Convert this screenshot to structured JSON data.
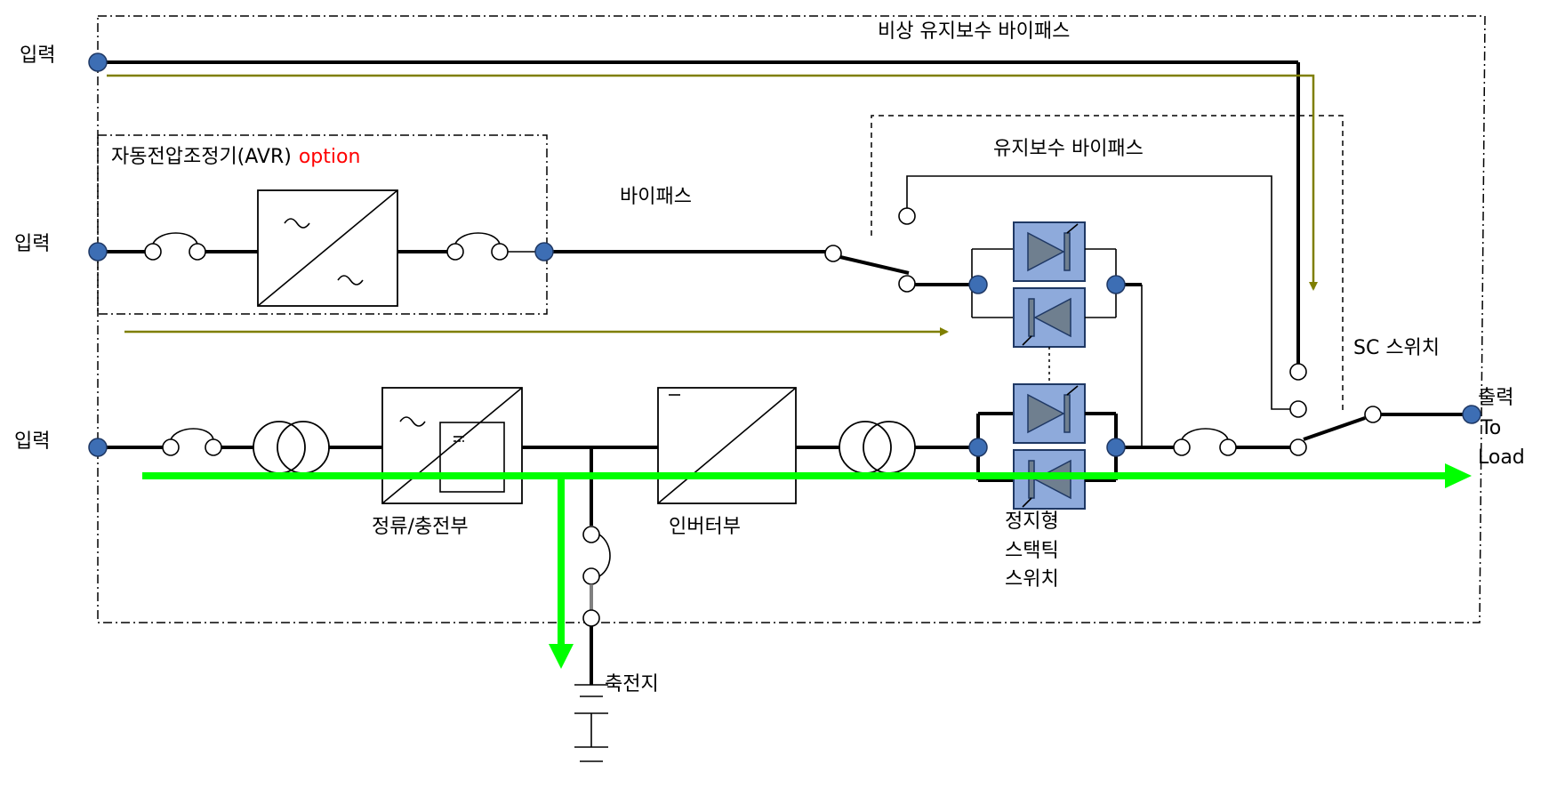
{
  "labels": {
    "input_top": "입력",
    "input_mid": "입력",
    "input_bot": "입력",
    "emergency_bypass": "비상 유지보수 바이패스",
    "maintenance_bypass": "유지보수 바이패스",
    "avr": "자동전압조정기(AVR)",
    "avr_option": "option",
    "bypass": "바이패스",
    "sc_switch": "SC 스위치",
    "output_1": "출력",
    "output_2": "To",
    "output_3": "Load",
    "rectifier": "정류/충전부",
    "inverter": "인버터부",
    "static_switch_1": "정지형",
    "static_switch_2": "스택틱",
    "static_switch_3": "스위치",
    "battery": "축전지"
  },
  "colors": {
    "node_fill": "#3d6eb4",
    "scr_fill": "#8eaadb",
    "triangle_fill": "#6f7f8f",
    "olive_arrow": "#7f7f00",
    "power_flow": "#00ff00",
    "option_text": "#ff0000"
  }
}
